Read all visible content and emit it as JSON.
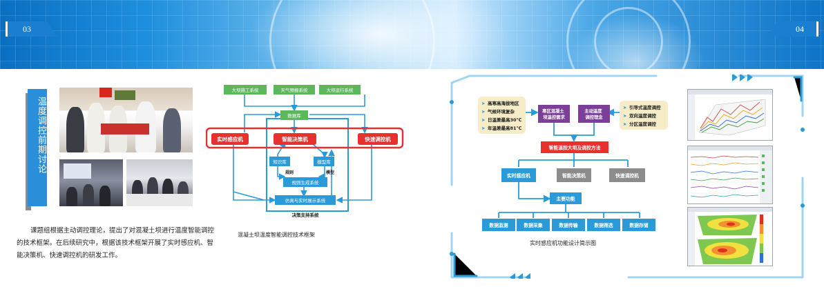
{
  "header": {
    "page_left": "03",
    "page_right": "04"
  },
  "left_page": {
    "section_title": "温度调控前期讨论",
    "body_text": "课题组根据主动调控理论，提出了对混凝土坝进行温度智能调控的技术框架。在后续研究中，根据该技术框架开展了实时感应机、智能决策机、快速调控机的研发工作。"
  },
  "framework_diagram": {
    "caption": "混凝土坝温度智能调控技术框架",
    "top_boxes": [
      "大坝施工系统",
      "天气预报系统",
      "大坝运行系统"
    ],
    "database": "数据库",
    "left_machine": "实时感应机",
    "center_machine": "智能决策机",
    "right_machine": "快速调控机",
    "knowledge_base": "知识库",
    "model_base": "模型库",
    "rule_label": "规则",
    "model_label": "模型",
    "rule_generation": "规则生成系统",
    "simulation": "仿真与实时展示系统",
    "support_label": "决策支持系统"
  },
  "sensor_diagram": {
    "caption": "实时感应机功能设计简示图",
    "left_list": [
      "高寒高海拔地区",
      "气候环境复杂",
      "日温差最高30℃",
      "年温差最高81℃"
    ],
    "needs_box": "寒区混凝土坝温控需求",
    "concept_box": "主动温度调控理念",
    "right_list": [
      "引导式温度调控",
      "双向温度调控",
      "分区温度调控"
    ],
    "method_box": "智能温控大坝及调控方法",
    "machines": [
      "实时感应机",
      "智能决策机",
      "快速调控机"
    ],
    "main_function": "主要功能",
    "functions": [
      "数据监测",
      "数据采集",
      "数据传输",
      "数据筛选",
      "数据存储"
    ]
  },
  "colors": {
    "accent_blue": "#1a7fd0",
    "diagram_green": "#5cb85c",
    "diagram_red": "#e8302e",
    "diagram_blue": "#2a9bd8",
    "diagram_purple": "#7b3f98",
    "diagram_gray": "#8c8c8c",
    "note_beige": "#f7ecc8"
  },
  "icons": [
    "chevron-right-icon",
    "chevron-left-icon",
    "arrow-bullet-icon"
  ]
}
